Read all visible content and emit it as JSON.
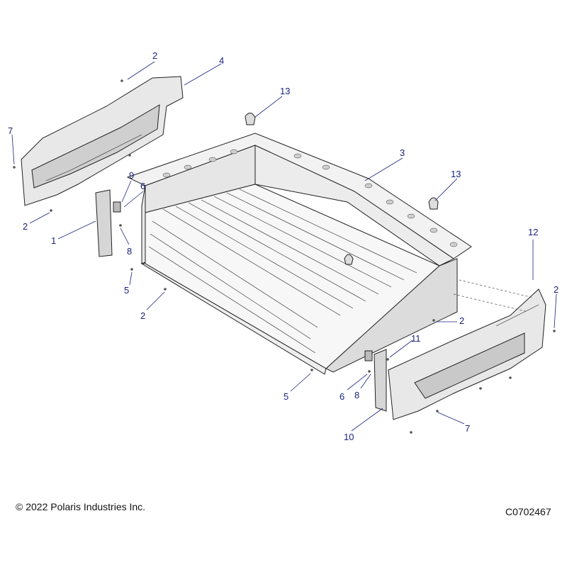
{
  "callouts": [
    {
      "text": "2"
    },
    {
      "text": "4"
    },
    {
      "text": "13"
    },
    {
      "text": "7"
    },
    {
      "text": "3"
    },
    {
      "text": "9"
    },
    {
      "text": "6"
    },
    {
      "text": "13"
    },
    {
      "text": "2"
    },
    {
      "text": "1"
    },
    {
      "text": "8"
    },
    {
      "text": "12"
    },
    {
      "text": "5"
    },
    {
      "text": "2"
    },
    {
      "text": "2"
    },
    {
      "text": "2"
    },
    {
      "text": "11"
    },
    {
      "text": "5"
    },
    {
      "text": "6"
    },
    {
      "text": "8"
    },
    {
      "text": "10"
    },
    {
      "text": "7"
    }
  ],
  "footer": {
    "copyright": "© 2022 Polaris Industries Inc.",
    "drawing_id": "C0702467"
  }
}
